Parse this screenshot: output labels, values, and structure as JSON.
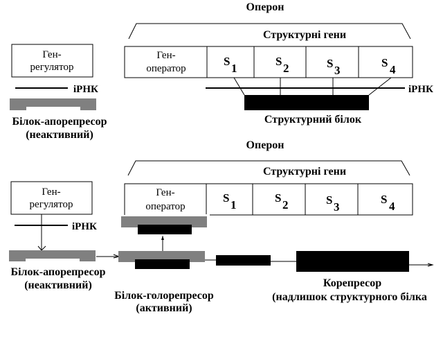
{
  "colors": {
    "line": "#000000",
    "repressor_gray": "#808080",
    "protein_black": "#000000",
    "background": "#ffffff"
  },
  "top_panel": {
    "operon_title": "Оперон",
    "structural_genes_label": "Структурні гени",
    "regulator_gene": {
      "line1": "Ген-",
      "line2": "регулятор"
    },
    "operator_gene": {
      "line1": "Ген-",
      "line2": "оператор"
    },
    "structural_genes": [
      {
        "letter": "S",
        "index": "1"
      },
      {
        "letter": "S",
        "index": "2"
      },
      {
        "letter": "S",
        "index": "3"
      },
      {
        "letter": "S",
        "index": "4"
      }
    ],
    "mrna_left_label": "іРНК",
    "mrna_right_label": "іРНК",
    "aporepressor": {
      "line1": "Білок-апорепресор",
      "line2": "(неактивний)"
    },
    "structural_protein_label": "Структурний білок"
  },
  "bottom_panel": {
    "operon_title": "Оперон",
    "structural_genes_label": "Структурні гени",
    "regulator_gene": {
      "line1": "Ген-",
      "line2": "регулятор"
    },
    "operator_gene": {
      "line1": "Ген-",
      "line2": "оператор"
    },
    "structural_genes": [
      {
        "letter": "S",
        "index": "1"
      },
      {
        "letter": "S",
        "index": "2"
      },
      {
        "letter": "S",
        "index": "3"
      },
      {
        "letter": "S",
        "index": "4"
      }
    ],
    "mrna_label": "іРНК",
    "aporepressor": {
      "line1": "Білок-апорепресор",
      "line2": "(неактивний)"
    },
    "holorepressor": {
      "line1": "Білок-голорепресор",
      "line2": "(активний)"
    },
    "corepressor": {
      "line1": "Корепресор",
      "line2": "(надлишок структурного білка"
    }
  }
}
